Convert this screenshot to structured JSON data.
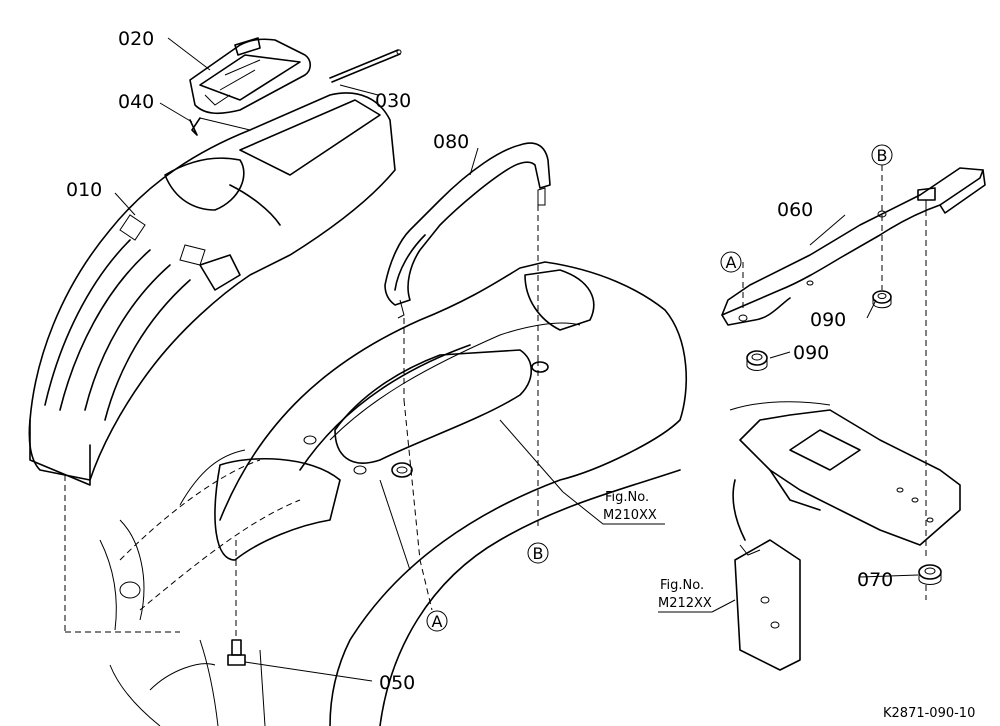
{
  "parts": [
    {
      "id": "part-010",
      "number": "010"
    },
    {
      "id": "part-020",
      "number": "020"
    },
    {
      "id": "part-030",
      "number": "030"
    },
    {
      "id": "part-040",
      "number": "040"
    },
    {
      "id": "part-050",
      "number": "050"
    },
    {
      "id": "part-060",
      "number": "060"
    },
    {
      "id": "part-070",
      "number": "070"
    },
    {
      "id": "part-080",
      "number": "080"
    },
    {
      "id": "part-090a",
      "number": "090"
    },
    {
      "id": "part-090b",
      "number": "090"
    }
  ],
  "markers": {
    "a": "A",
    "b": "B"
  },
  "fig_refs": [
    {
      "caption": "Fig.No.",
      "code": "M210XX"
    },
    {
      "caption": "Fig.No.",
      "code": "M212XX"
    }
  ],
  "drawing_code": "K2871-090-10"
}
